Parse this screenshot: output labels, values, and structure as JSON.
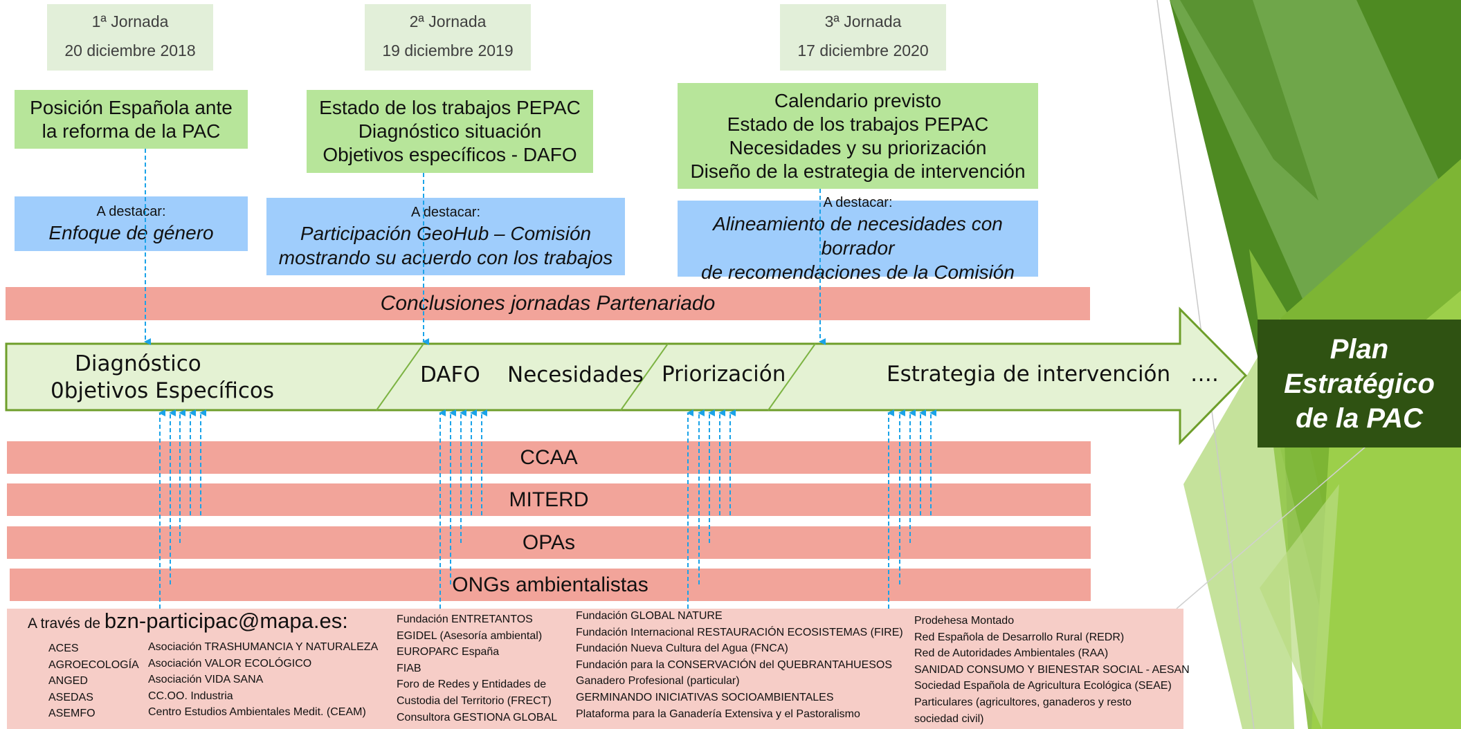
{
  "colors": {
    "light_green": "#e2efd9",
    "green_box": "#b7e59a",
    "blue_box": "#9fcdfc",
    "salmon": "#f2a49a",
    "pink_panel": "#f6cdc7",
    "arrow_fill": "#e4f2d3",
    "arrow_border": "#6e9e2a",
    "plan_box": "#2f5212",
    "dashed_line": "#1aa3e8"
  },
  "jornadas": [
    {
      "title": "1ª Jornada",
      "date": "20 diciembre 2018"
    },
    {
      "title": "2ª Jornada",
      "date": "19 diciembre 2019"
    },
    {
      "title": "3ª Jornada",
      "date": "17 diciembre 2020"
    }
  ],
  "topics": [
    {
      "lines": [
        "Posición Española ante",
        "la reforma de la PAC"
      ]
    },
    {
      "lines": [
        "Estado de los trabajos PEPAC",
        "Diagnóstico situación",
        "Objetivos específicos - DAFO"
      ]
    },
    {
      "lines": [
        "Calendario previsto",
        "Estado de los trabajos PEPAC",
        "Necesidades y su priorización",
        "Diseño de la estrategia de intervención"
      ]
    }
  ],
  "highlights": [
    {
      "label": "A destacar:",
      "lines": [
        "Enfoque de género"
      ]
    },
    {
      "label": "A destacar:",
      "lines": [
        "Participación GeoHub – Comisión",
        "mostrando su acuerdo con los trabajos"
      ]
    },
    {
      "label": "A destacar:",
      "lines": [
        "Alineamiento de necesidades con borrador",
        "de recomendaciones de la Comisión"
      ]
    }
  ],
  "conclusions_band": "Conclusiones jornadas Partenariado",
  "arrow": {
    "phase_1_line1": "Diagnóstico",
    "phase_1_line2": "0bjetivos Específicos",
    "dafo": "DAFO",
    "necesidades": "Necesidades",
    "priorizacion": "Priorización",
    "estrategia": "Estrategia de intervención",
    "ellipsis": "…."
  },
  "plan": {
    "lines": [
      "Plan",
      "Estratégico",
      "de la PAC"
    ]
  },
  "stakeholders": [
    "CCAA",
    "MITERD",
    "OPAs",
    "ONGs ambientalistas"
  ],
  "contact": {
    "prefix": "A través de ",
    "email": "bzn-participac@mapa.es:"
  },
  "org_columns": [
    [
      "ACES",
      "AGROECOLOGÍA",
      "ANGED",
      "ASEDAS",
      "ASEMFO"
    ],
    [
      "Asociación TRASHUMANCIA Y NATURALEZA",
      "Asociación VALOR ECOLÓGICO",
      "Asociación VIDA SANA",
      "CC.OO. Industria",
      "Centro Estudios Ambientales Medit. (CEAM)"
    ],
    [
      "Fundación ENTRETANTOS",
      "EGIDEL (Asesoría ambiental)",
      "EUROPARC España",
      "FIAB",
      "Foro de Redes y Entidades de",
      "Custodia del Territorio (FRECT)",
      "Consultora GESTIONA GLOBAL"
    ],
    [
      "Fundación GLOBAL NATURE",
      "Fundación Internacional RESTAURACIÓN ECOSISTEMAS (FIRE)",
      "Fundación Nueva Cultura del Agua (FNCA)",
      "Fundación para la CONSERVACIÓN del QUEBRANTAHUESOS",
      "Ganadero Profesional (particular)",
      "GERMINANDO INICIATIVAS SOCIOAMBIENTALES",
      "Plataforma para la Ganadería Extensiva y el Pastoralismo"
    ],
    [
      "Prodehesa Montado",
      "Red Española de Desarrollo Rural (REDR)",
      "Red de Autoridades Ambientales (RAA)",
      "SANIDAD CONSUMO Y BIENESTAR SOCIAL - AESAN",
      "Sociedad Española de Agricultura Ecológica (SEAE)",
      "Particulares (agricultores, ganaderos y resto",
      " sociedad civil)"
    ]
  ]
}
